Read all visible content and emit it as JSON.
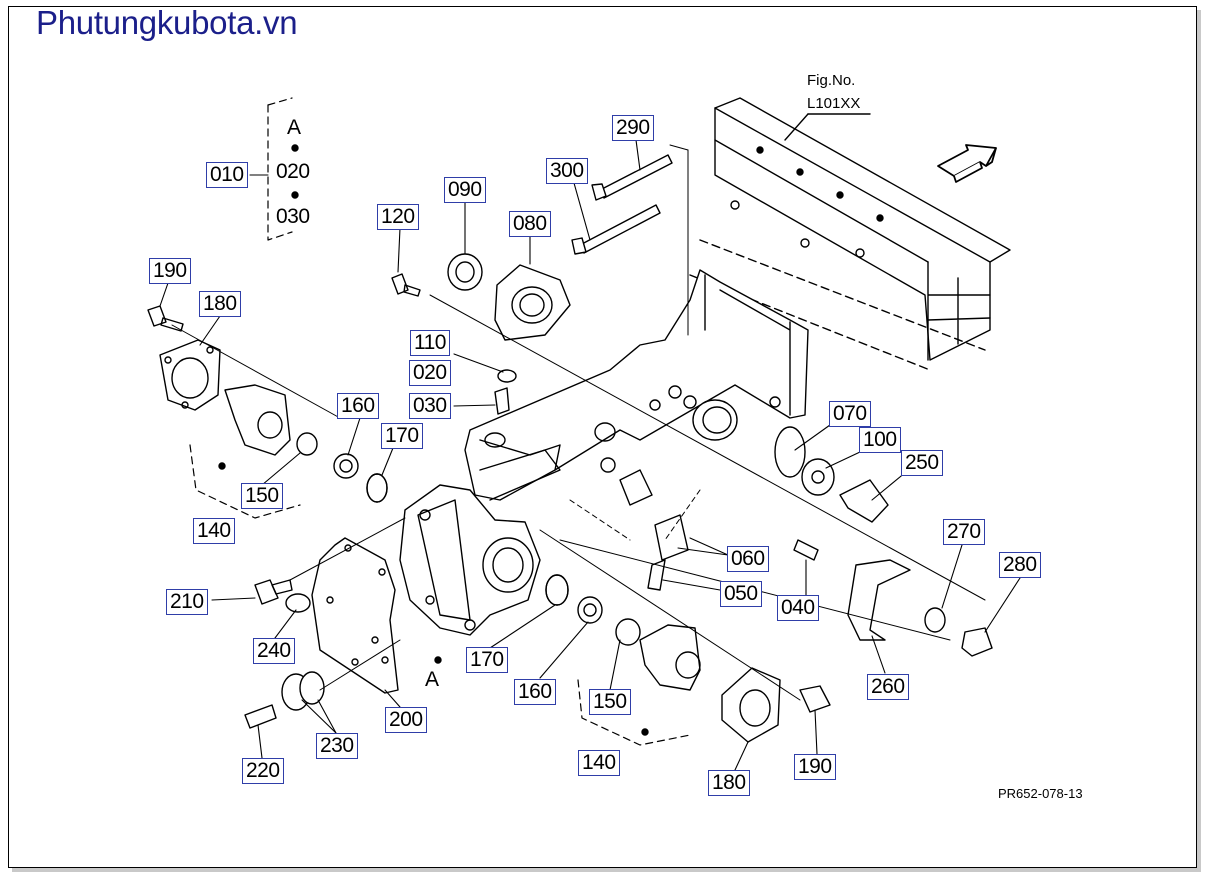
{
  "watermark": "Phutungkubota.vn",
  "figure_ref": {
    "line1": "Fig.No.",
    "line2": "L101XX"
  },
  "drawing_code": "PR652-078-13",
  "view_mark": "A",
  "group_010": {
    "label": "010",
    "top": "A",
    "mid": "020",
    "bot": "030"
  },
  "parts": {
    "p290": "290",
    "p300": "300",
    "p090": "090",
    "p080": "080",
    "p120": "120",
    "p190a": "190",
    "p180a": "180",
    "p110": "110",
    "p020": "020",
    "p030": "030",
    "p160a": "160",
    "p170a": "170",
    "p150a": "150",
    "p140a": "140",
    "p070": "070",
    "p100": "100",
    "p250": "250",
    "p060": "060",
    "p050": "050",
    "p040": "040",
    "p270": "270",
    "p280": "280",
    "p210": "210",
    "p240": "240",
    "p170b": "170",
    "p160b": "160",
    "p150b": "150",
    "p200": "200",
    "p230": "230",
    "p220": "220",
    "p140b": "140",
    "p180b": "180",
    "p190b": "190",
    "p260": "260"
  },
  "colors": {
    "label_border": "#2f3ea8",
    "watermark": "#1b1f8a"
  }
}
